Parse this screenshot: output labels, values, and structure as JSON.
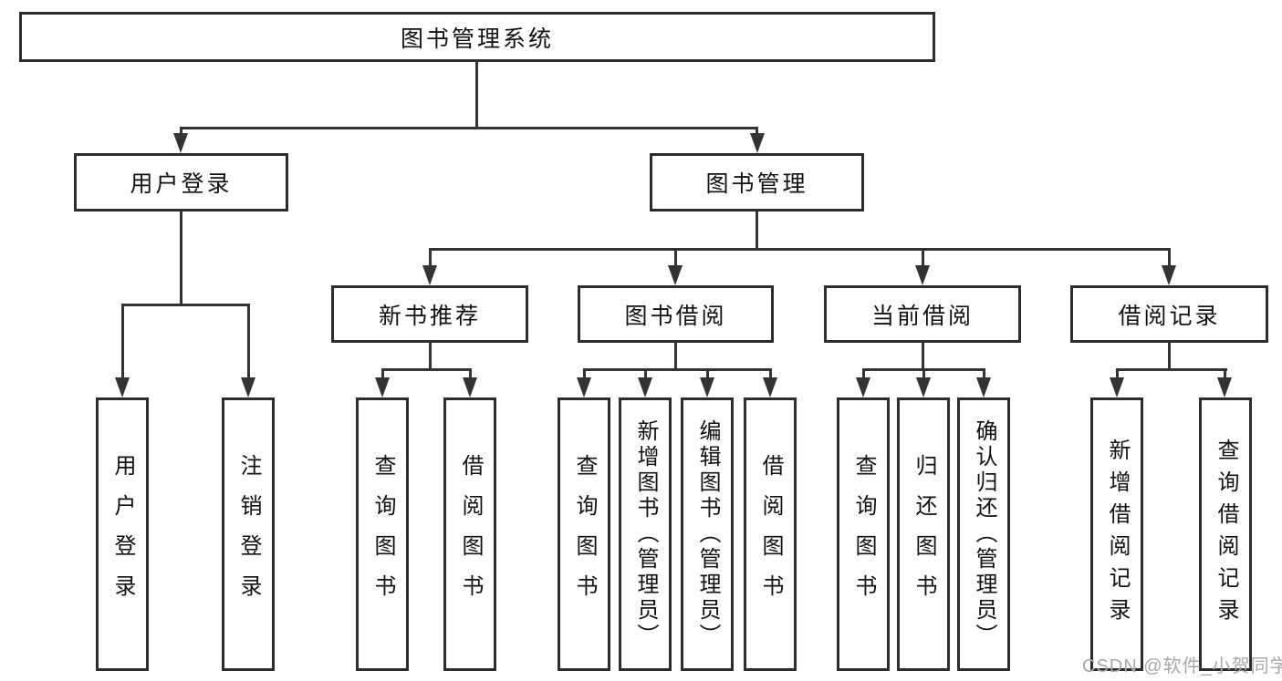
{
  "diagram_type": "hierarchy-tree",
  "tree": {
    "label": "图书管理系统",
    "children": [
      {
        "label": "用户登录",
        "children": [
          {
            "label": "用户登录"
          },
          {
            "label": "注销登录"
          }
        ]
      },
      {
        "label": "图书管理",
        "children": [
          {
            "label": "新书推荐",
            "children": [
              {
                "label": "查询图书"
              },
              {
                "label": "借阅图书"
              }
            ]
          },
          {
            "label": "图书借阅",
            "children": [
              {
                "label": "查询图书"
              },
              {
                "label": "新增图书（管理员）"
              },
              {
                "label": "编辑图书（管理员）"
              },
              {
                "label": "借阅图书"
              }
            ]
          },
          {
            "label": "当前借阅",
            "children": [
              {
                "label": "查询图书"
              },
              {
                "label": "归还图书"
              },
              {
                "label": "确认归还（管理员）"
              }
            ]
          },
          {
            "label": "借阅记录",
            "children": [
              {
                "label": "新增借阅记录"
              },
              {
                "label": "查询借阅记录"
              }
            ]
          }
        ]
      }
    ]
  },
  "watermark": "CSDN @软件_小贺同学",
  "colors": {
    "line": "#333333",
    "box_border": "#2d2d2d",
    "text": "#111111",
    "watermark": "#a8a8a8",
    "background": "#ffffff"
  }
}
